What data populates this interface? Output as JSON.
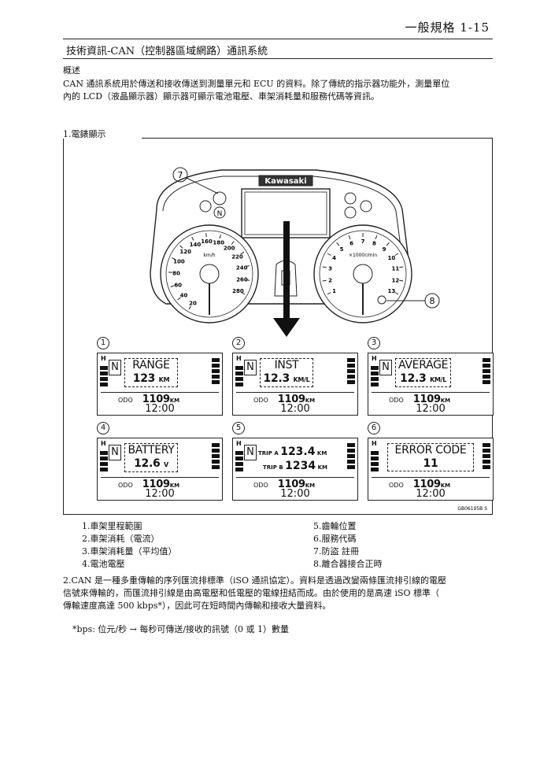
{
  "header": {
    "page_title": "一般規格 1-15"
  },
  "section": {
    "title": "技術資訊-CAN（控制器區域網路）通訊系統"
  },
  "overview": {
    "heading": "概述",
    "line1": "CAN 通訊系統用於傳送和接收傳送到測量單元和 ECU 的資料。除了傳統的指示器功能外，測量單位",
    "line2": "內的 LCD（液晶顯示器）顯示器可顯示電池電壓、車架消耗量和服務代碼等資訊。"
  },
  "figure": {
    "caption": "1.電錶顯示",
    "brand": "Kawasaki",
    "code": "GB06195B S",
    "callouts": {
      "c7": "7",
      "c8": "8"
    },
    "speedo_ticks": [
      "20",
      "40",
      "60",
      "80",
      "100",
      "120",
      "140",
      "160",
      "180",
      "200",
      "220",
      "240",
      "260",
      "280"
    ],
    "speedo_unit": "km/h",
    "tacho_ticks": [
      "1",
      "2",
      "3",
      "4",
      "5",
      "6",
      "7",
      "8",
      "9",
      "10",
      "11",
      "12",
      "13"
    ],
    "tacho_unit": "×1000r/min",
    "panels": [
      {
        "num": "1",
        "gear": "N",
        "line1": "RANGE",
        "line2": "123",
        "unit2": "KM",
        "odo_label": "ODO",
        "odo": "1109",
        "odo_unit": "KM",
        "time": "12:00"
      },
      {
        "num": "2",
        "gear": "N",
        "line1": "INST",
        "line2": "12.3",
        "unit2": "KM/L",
        "odo_label": "ODO",
        "odo": "1109",
        "odo_unit": "KM",
        "time": "12:00"
      },
      {
        "num": "3",
        "gear": "N",
        "line1": "AVERAGE",
        "line2": "12.3",
        "unit2": "KM/L",
        "odo_label": "ODO",
        "odo": "1109",
        "odo_unit": "KM",
        "time": "12:00"
      },
      {
        "num": "4",
        "gear": "N",
        "line1": "BATTERY",
        "line2": "12.6",
        "unit2": "V",
        "odo_label": "ODO",
        "odo": "1109",
        "odo_unit": "KM",
        "time": "12:00"
      },
      {
        "num": "5",
        "gear": "N",
        "trip_a_label": "TRIP A",
        "trip_a": "123.4",
        "trip_a_unit": "KM",
        "trip_b_label": "TRIP B",
        "trip_b": "1234",
        "trip_b_unit": "KM",
        "odo_label": "ODO",
        "odo": "1109",
        "odo_unit": "KM",
        "time": "12:00"
      },
      {
        "num": "6",
        "line1": "ERROR CODE",
        "line2": "11",
        "odo_label": "ODO",
        "odo": "1109",
        "odo_unit": "KM",
        "time": "12:00"
      }
    ]
  },
  "legend": {
    "l1": "1.車架里程範圍",
    "l2": "2.車架消耗（電流）",
    "l3": "3.車架消耗量（平均值）",
    "l4": "4.電池電壓",
    "r5": "5.齒輪位置",
    "r6": "6.服務代碼",
    "r7": "7.防盜 註冊",
    "r8": "8.離合器接合正時"
  },
  "note": {
    "line1": "2.CAN 是一種多重傳輸的序列匯流排標準（iSO 通訊協定）。資料是透過改變兩條匯流排引線的電壓",
    "line2": "信號來傳輸的，而匯流排引線是由高電壓和低電壓的電線扭結而成。由於使用的是高速 iSO 標準（",
    "line3": "傳輸速度高達 500 kbps*），因此可在短時間內傳輸和接收大量資料。",
    "footnote": "*bps: 位元/秒 → 每秒可傳送/接收的訊號（0 或 1）數量"
  }
}
